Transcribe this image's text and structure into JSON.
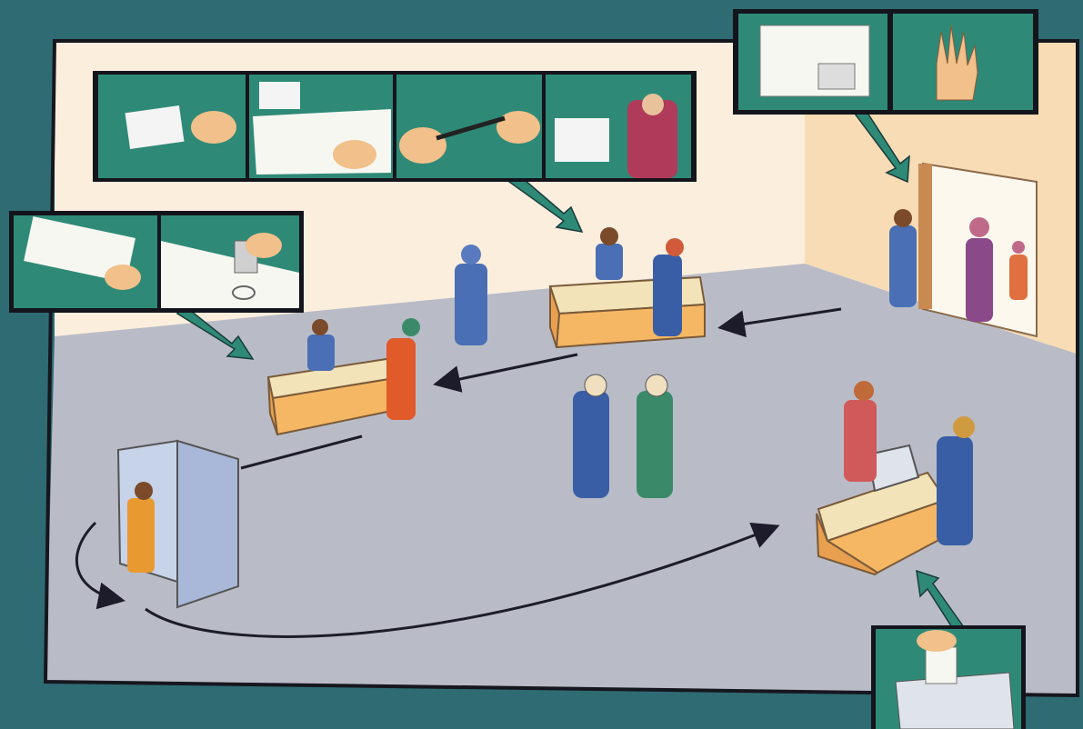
{
  "colors": {
    "border_blue": "#2f6b73",
    "wall_back": "#fbeedd",
    "wall_right": "#f7dcb5",
    "floor": "#b9bcc7",
    "panel_green": "#2e8a76",
    "desk_front": "#f5b763",
    "desk_top": "#f3e3b8",
    "arrow_green": "#2e8a76",
    "path_line": "#1c1c2a"
  },
  "process_steps": [
    {
      "id": "entry-check",
      "panels": [
        "voter-card",
        "raised-hand-finger"
      ]
    },
    {
      "id": "registration",
      "panels": [
        "card-hole-punch",
        "signing-list",
        "ink-pen",
        "woman-with-card"
      ]
    },
    {
      "id": "ballot-issue",
      "panels": [
        "ballot-paper",
        "stamping-ballot"
      ]
    },
    {
      "id": "voting-booth",
      "panels": []
    },
    {
      "id": "ballot-box",
      "panels": [
        "dropping-ballot"
      ]
    }
  ]
}
